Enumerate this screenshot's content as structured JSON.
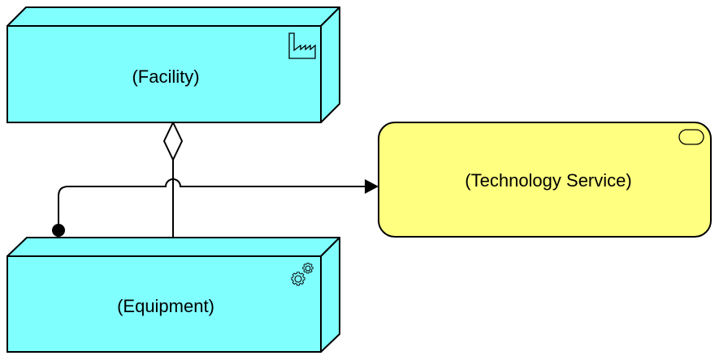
{
  "diagram": {
    "title": "",
    "colors": {
      "technology_node": "#80FFFF",
      "technology_service": "#FFFF80",
      "stroke": "#000000"
    },
    "nodes": [
      {
        "id": "facility",
        "type": "Facility",
        "label": "(Facility)",
        "icon": "factory-icon"
      },
      {
        "id": "equipment",
        "type": "Equipment",
        "label": "(Equipment)",
        "icon": "gears-icon"
      },
      {
        "id": "technology-service",
        "type": "Technology Service",
        "label": "(Technology Service)",
        "icon": "service-icon"
      }
    ],
    "relationships": [
      {
        "type": "aggregation",
        "from": "facility",
        "to": "equipment",
        "marker": "hollow-diamond"
      },
      {
        "type": "serving",
        "from": "equipment",
        "to": "technology-service",
        "marker": "filled-dot-start, filled-arrow-end",
        "line_jump": true
      }
    ]
  }
}
